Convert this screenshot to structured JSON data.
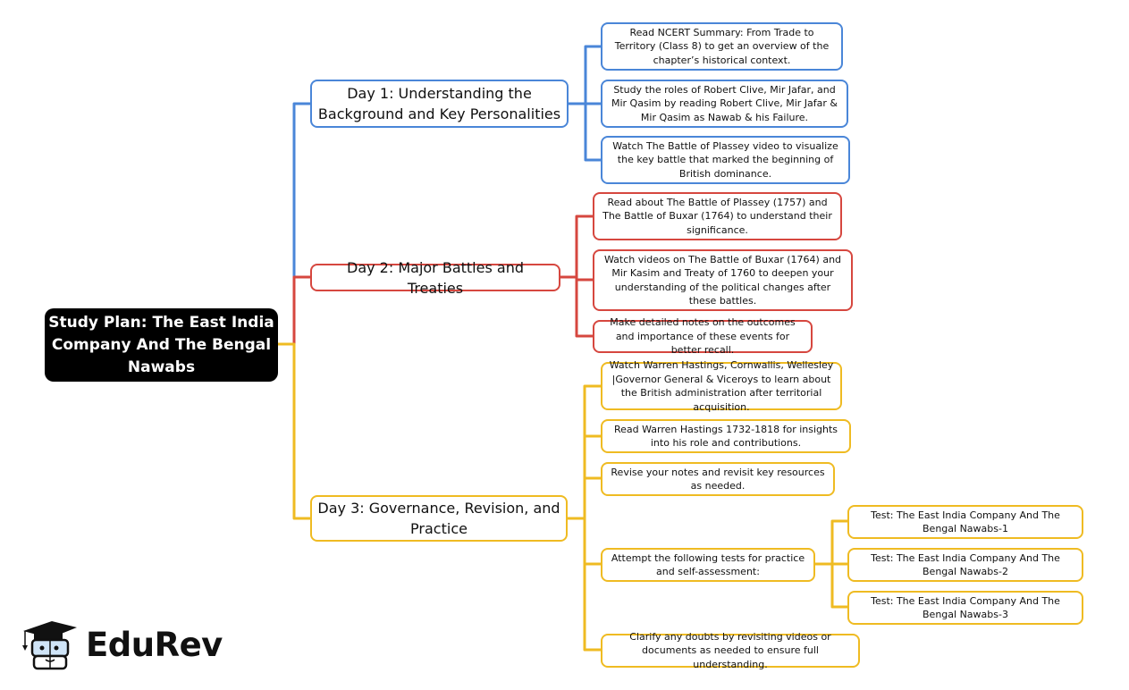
{
  "root": {
    "label": "Study Plan: The East India Company And The Bengal Nawabs"
  },
  "colors": {
    "day1": "#4a86d8",
    "day2": "#d6473f",
    "day3": "#efbb22",
    "root_bg": "#000000"
  },
  "days": [
    {
      "label": "Day 1: Understanding the Background and Key Personalities",
      "items": [
        "Read NCERT Summary: From Trade to Territory (Class 8) to get an overview of the chapter’s historical context.",
        "Study the roles of Robert Clive, Mir Jafar, and Mir Qasim by reading Robert Clive, Mir Jafar & Mir Qasim as Nawab & his Failure.",
        "Watch The Battle of Plassey video to visualize the key battle that marked the beginning of British dominance."
      ]
    },
    {
      "label": "Day 2: Major Battles and Treaties",
      "items": [
        "Read about The Battle of Plassey (1757) and The Battle of Buxar (1764) to understand their significance.",
        "Watch videos on The Battle of Buxar (1764) and Mir Kasim and Treaty of 1760 to deepen your understanding of the political changes after these battles.",
        "Make detailed notes on the outcomes and importance of these events for better recall."
      ]
    },
    {
      "label": "Day 3: Governance, Revision, and Practice",
      "items": [
        "Watch Warren Hastings, Cornwallis, Wellesley |Governor General & Viceroys to learn about the British administration after territorial acquisition.",
        "Read Warren Hastings 1732-1818 for insights into his role and contributions.",
        "Revise your notes and revisit key resources as needed.",
        "Attempt the following tests for practice and self-assessment:",
        "Clarify any doubts by revisiting videos or documents as needed to ensure full understanding."
      ],
      "tests": [
        "Test: The East India Company And The Bengal Nawabs-1",
        "Test: The East India Company And The Bengal Nawabs-2",
        "Test: The East India Company And The Bengal Nawabs-3"
      ]
    }
  ],
  "logo": {
    "brand": "EduRev",
    "icon": "graduation-cap-mascot-icon"
  }
}
